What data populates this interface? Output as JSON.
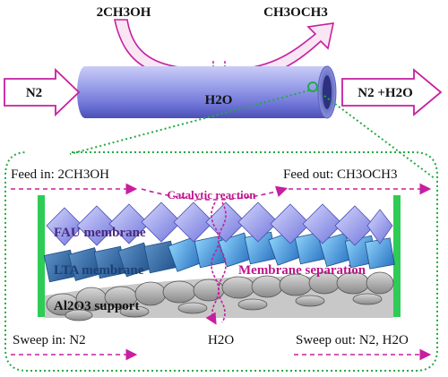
{
  "top": {
    "reactant": "2CH3OH",
    "product": "CH3OCH3",
    "tube_output": "H2O",
    "inlet": "N2",
    "outlet": "N2 +H2O"
  },
  "detail": {
    "feed_in": "Feed in: 2CH3OH",
    "feed_out": "Feed out: CH3OCH3",
    "catalytic_reaction": "Catalytic reaction",
    "fau_membrane": "FAU membrane",
    "lta_membrane": "LTA membrane",
    "membrane_separation": "Membrane separation",
    "support": "Al2O3 support",
    "permeate": "H2O",
    "sweep_in": "Sweep in: N2",
    "sweep_out": "Sweep out: N2, H2O"
  },
  "colors": {
    "arrow_magenta": "#c71fa0",
    "dotted_green": "#22aa44",
    "tube": "#7f86dd",
    "fau": "#8a8de8",
    "lta": "#3f8fd6",
    "support_stone": "#9a9a9a",
    "end_bar": "#2ecc55"
  }
}
